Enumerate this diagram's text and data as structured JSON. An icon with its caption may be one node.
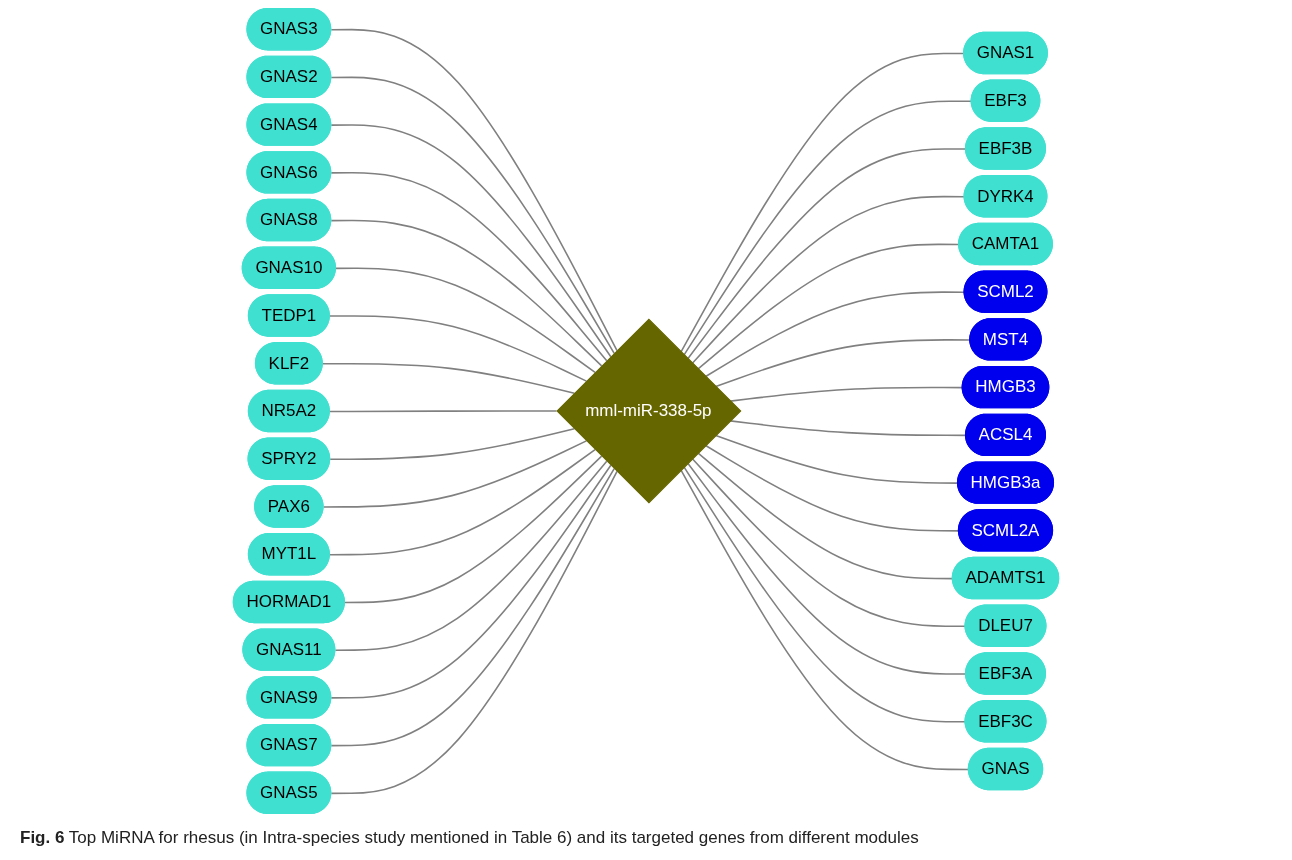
{
  "diagram": {
    "caption": "**Fig. 6** Top MiRNA for rhesus (in Intra-species study mentioned in Table 6) and its targeted genes from different modules",
    "nodes": [
      {
        "text": [
          "mml-miR-338-5p"
        ]
      },
      {
        "text": [
          "GNAS3"
        ]
      },
      {
        "text": [
          "GNAS1"
        ]
      },
      {
        "text": [
          "EBF3"
        ]
      },
      {
        "text": [
          "EBF3B"
        ]
      },
      {
        "text": [
          "DYRK4"
        ]
      },
      {
        "text": [
          "CAMTA1"
        ]
      },
      {
        "text": [
          "SCML2"
        ]
      },
      {
        "text": [
          "MST4"
        ]
      },
      {
        "text": [
          "HMGB3"
        ]
      },
      {
        "text": [
          "ACSL4"
        ]
      },
      {
        "text": [
          "HMGB3a"
        ]
      },
      {
        "text": [
          "SCML2A"
        ]
      },
      {
        "text": [
          "ADAMTS1"
        ]
      },
      {
        "text": [
          "DLEU7"
        ]
      },
      {
        "text": [
          "EBF3A"
        ]
      },
      {
        "text": [
          "EBF3C"
        ]
      },
      {
        "text": [
          "GNAS"
        ]
      },
      {
        "text": [
          "GNAS2"
        ]
      },
      {
        "text": [
          "GNAS4"
        ]
      },
      {
        "text": [
          "GNAS6"
        ]
      },
      {
        "text": [
          "GNAS8"
        ]
      },
      {
        "text": [
          "GNAS10"
        ]
      },
      {
        "text": [
          "TEDP1"
        ]
      },
      {
        "text": [
          "KLF2"
        ]
      },
      {
        "text": [
          "NR5A2"
        ]
      },
      {
        "text": [
          "SPRY2"
        ]
      },
      {
        "text": [
          "PAX6"
        ]
      },
      {
        "text": [
          "MYT1L"
        ]
      },
      {
        "text": [
          "HORMAD1"
        ]
      },
      {
        "text": [
          "GNAS11"
        ]
      },
      {
        "text": [
          "GNAS9"
        ]
      },
      {
        "text": [
          "GNAS7"
        ]
      },
      {
        "text": [
          "GNAS5"
        ]
      }
    ],
    "edges": [
      {
        "from": 1,
        "to": 0,
        "arrow": "none"
      },
      {
        "from": 0,
        "to": 2,
        "arrow": "none"
      },
      {
        "from": 0,
        "to": 3,
        "arrow": "none"
      },
      {
        "from": 0,
        "to": 4,
        "arrow": "none"
      },
      {
        "from": 0,
        "to": 5,
        "arrow": "none"
      },
      {
        "from": 0,
        "to": 6,
        "arrow": "none"
      },
      {
        "from": 0,
        "to": 7,
        "arrow": "none"
      },
      {
        "from": 0,
        "to": 8,
        "arrow": "none"
      },
      {
        "from": 0,
        "to": 9,
        "arrow": "none"
      },
      {
        "from": 0,
        "to": 10,
        "arrow": "none"
      },
      {
        "from": 0,
        "to": 11,
        "arrow": "none"
      },
      {
        "from": 0,
        "to": 12,
        "arrow": "none"
      },
      {
        "from": 0,
        "to": 13,
        "arrow": "none"
      },
      {
        "from": 0,
        "to": 14,
        "arrow": "none"
      },
      {
        "from": 0,
        "to": 15,
        "arrow": "none"
      },
      {
        "from": 0,
        "to": 16,
        "arrow": "none"
      },
      {
        "from": 0,
        "to": 17,
        "arrow": "none"
      },
      {
        "from": 18,
        "to": 0,
        "arrow": "none"
      },
      {
        "from": 19,
        "to": 0,
        "arrow": "none"
      },
      {
        "from": 20,
        "to": 0,
        "arrow": "none"
      },
      {
        "from": 21,
        "to": 0,
        "arrow": "none"
      },
      {
        "from": 22,
        "to": 0,
        "arrow": "none"
      },
      {
        "from": 23,
        "to": 0,
        "arrow": "none"
      },
      {
        "from": 24,
        "to": 0,
        "arrow": "none"
      },
      {
        "from": 25,
        "to": 0,
        "arrow": "none"
      },
      {
        "from": 26,
        "to": 0,
        "arrow": "none"
      },
      {
        "from": 27,
        "to": 0,
        "arrow": "none"
      },
      {
        "from": 28,
        "to": 0,
        "arrow": "none"
      },
      {
        "from": 29,
        "to": 0,
        "arrow": "none"
      },
      {
        "from": 30,
        "to": 0,
        "arrow": "none"
      },
      {
        "from": 31,
        "to": 0,
        "arrow": "none"
      },
      {
        "from": 32,
        "to": 0,
        "arrow": "none"
      },
      {
        "from": 33,
        "to": 0,
        "arrow": "none"
      }
    ]
  }
}
